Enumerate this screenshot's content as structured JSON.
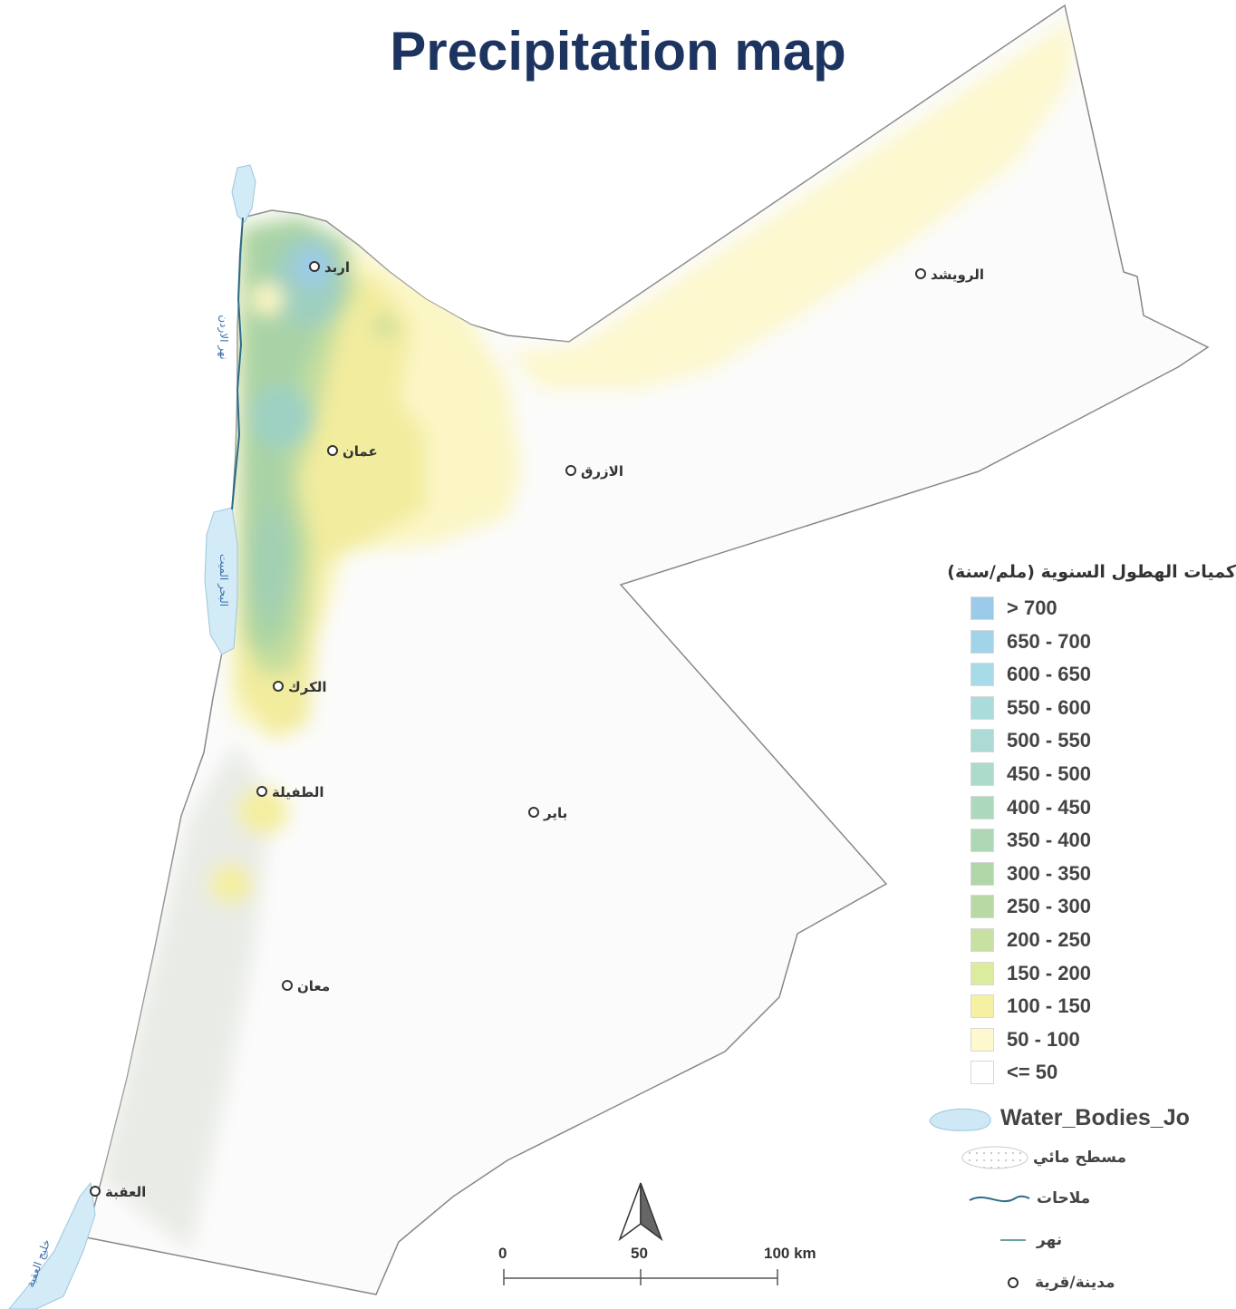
{
  "title": "Precipitation map",
  "cities": [
    {
      "name": "اربد"
    },
    {
      "name": "الرويشد"
    },
    {
      "name": "عمان"
    },
    {
      "name": "الازرق"
    },
    {
      "name": "الكرك"
    },
    {
      "name": "الطفيلة"
    },
    {
      "name": "باير"
    },
    {
      "name": "معان"
    },
    {
      "name": "العقبة"
    }
  ],
  "water_labels": {
    "river": "نهر الاردن",
    "dead_sea": "البحر الميت",
    "gulf": "خليج العقبة"
  },
  "legend": {
    "title": "كميات الهطول السنوية (ملم/سنة)",
    "classes": [
      {
        "label": "> 700",
        "color": "#9ccbe9"
      },
      {
        "label": "650 - 700",
        "color": "#a1d3ea"
      },
      {
        "label": "600 - 650",
        "color": "#a8dbe8"
      },
      {
        "label": "550 - 600",
        "color": "#aadcdc"
      },
      {
        "label": "500 - 550",
        "color": "#acdbd6"
      },
      {
        "label": "450 - 500",
        "color": "#acdacb"
      },
      {
        "label": "400 - 450",
        "color": "#acd8bd"
      },
      {
        "label": "350 - 400",
        "color": "#aed7b6"
      },
      {
        "label": "300 - 350",
        "color": "#b1d6a8"
      },
      {
        "label": "250 - 300",
        "color": "#b9d9a4"
      },
      {
        "label": "200 - 250",
        "color": "#c8e0a2"
      },
      {
        "label": "150 - 200",
        "color": "#dcec9f"
      },
      {
        "label": "100 - 150",
        "color": "#f6f0a2"
      },
      {
        "label": "50 - 100",
        "color": "#fdf8ce"
      },
      {
        "label": "<= 50",
        "color": "#ffffff"
      }
    ],
    "water_bodies": "Water_Bodies_Jo",
    "surface_water": "مسطح مائي",
    "salt_flats": "ملاحات",
    "river": "نهر",
    "city": "مدينة/قرية"
  },
  "scale_bar": {
    "ticks": [
      "0",
      "50",
      "100 km"
    ]
  }
}
